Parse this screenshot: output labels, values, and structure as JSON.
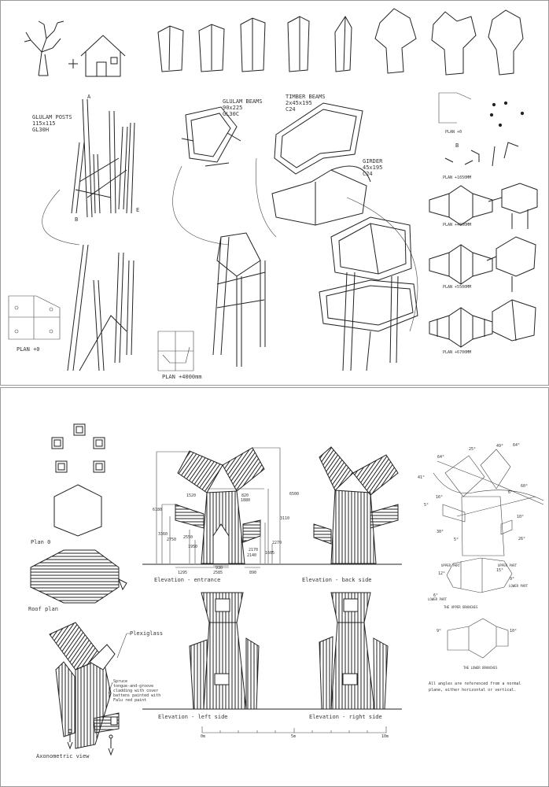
{
  "top_sheet": {
    "concept_icons": [
      "tree-icon",
      "plus-icon",
      "house-icon"
    ],
    "material_labels": {
      "posts": [
        "GLULAM POSTS",
        "115x115",
        "GL30H"
      ],
      "glulam_beams": [
        "GLULAM BEAMS",
        "90x225",
        "GL30C"
      ],
      "timber_beams": [
        "TIMBER BEAMS",
        "2x45x195",
        "C24"
      ],
      "girder": [
        "GIRDER",
        "45x195",
        "C24"
      ]
    },
    "post_markers": [
      "A",
      "B",
      "E"
    ],
    "plan_labels": {
      "plan0": "PLAN +0",
      "plan4000": "PLAN +4000mm"
    },
    "stage_plans": [
      "PLAN +0",
      "PLAN +1650MM",
      "PLAN +4000MM",
      "PLAN +5500MM",
      "PLAN +6700MM"
    ],
    "stage_marker": "B"
  },
  "bottom_sheet": {
    "plan_label": "Plan 0",
    "roof_plan_label": "Roof plan",
    "axonometric_label": "Axonometric view",
    "plexiglass_label": "Plexiglass",
    "cladding_label": [
      "Spruce",
      "tongue-and-groove",
      "cladding with cover",
      "battens painted with",
      "Falu red paint"
    ],
    "elevations": {
      "entrance": "Elevation - entrance",
      "back": "Elevation - back side",
      "left": "Elevation - left side",
      "right": "Elevation - right side"
    },
    "dimensions": {
      "d6180": "6180",
      "d6500": "6500",
      "d1520": "1520",
      "d820": "820",
      "d1880": "1880",
      "d3110": "3110",
      "d3360": "3360",
      "d2750": "2750",
      "d2550": "2550",
      "d1950": "1950",
      "d2270": "2270",
      "d2170": "2170",
      "d2140": "2140",
      "d1605": "1605",
      "d930": "930",
      "d1295": "1295",
      "d2585": "2585",
      "d890": "890"
    },
    "scale_bar": {
      "start": "0m",
      "mid": "5m",
      "end": "10m"
    },
    "angles": {
      "a64a": "64°",
      "a25": "25°",
      "a49": "49°",
      "a64b": "64°",
      "a41": "41°",
      "a60": "60°",
      "a6a": "6°",
      "a16": "16°",
      "a5a": "5°",
      "a10": "10°",
      "a30": "30°",
      "a5b": "5°",
      "a26": "26°",
      "u12": "12°",
      "u15": "15°",
      "u9": "9°",
      "u6": "6°",
      "l9": "9°",
      "l10": "10°"
    },
    "angle_parts": {
      "upper_left": "UPPER PART",
      "upper_right": "UPPER PART",
      "lower_right": "LOWER PART",
      "lower_left": "LOWER PART",
      "upper_branches": "THE UPPER BRANCHES",
      "lower_branches": "THE LOWER BRANCHES"
    },
    "angle_note": [
      "All angles are referenced from a normal",
      "plane, either horizontal or vertical."
    ]
  }
}
